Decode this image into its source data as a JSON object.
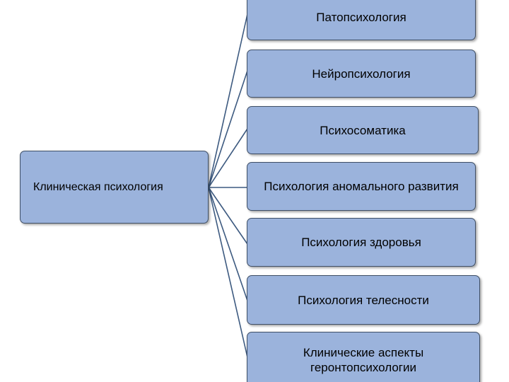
{
  "diagram": {
    "root": {
      "label": "Клиническая психология"
    },
    "branches": [
      {
        "label": "Патопсихология"
      },
      {
        "label": "Нейропсихология"
      },
      {
        "label": "Психосоматика"
      },
      {
        "label": "Психология аномального развития"
      },
      {
        "label": "Психология здоровья"
      },
      {
        "label": "Психология телесности"
      },
      {
        "label": "Клинические аспекты геронтопсихологии"
      }
    ],
    "colors": {
      "box_fill": "#9bb3dc",
      "box_border": "#3f4f66",
      "connector": "#3d5a80"
    }
  }
}
